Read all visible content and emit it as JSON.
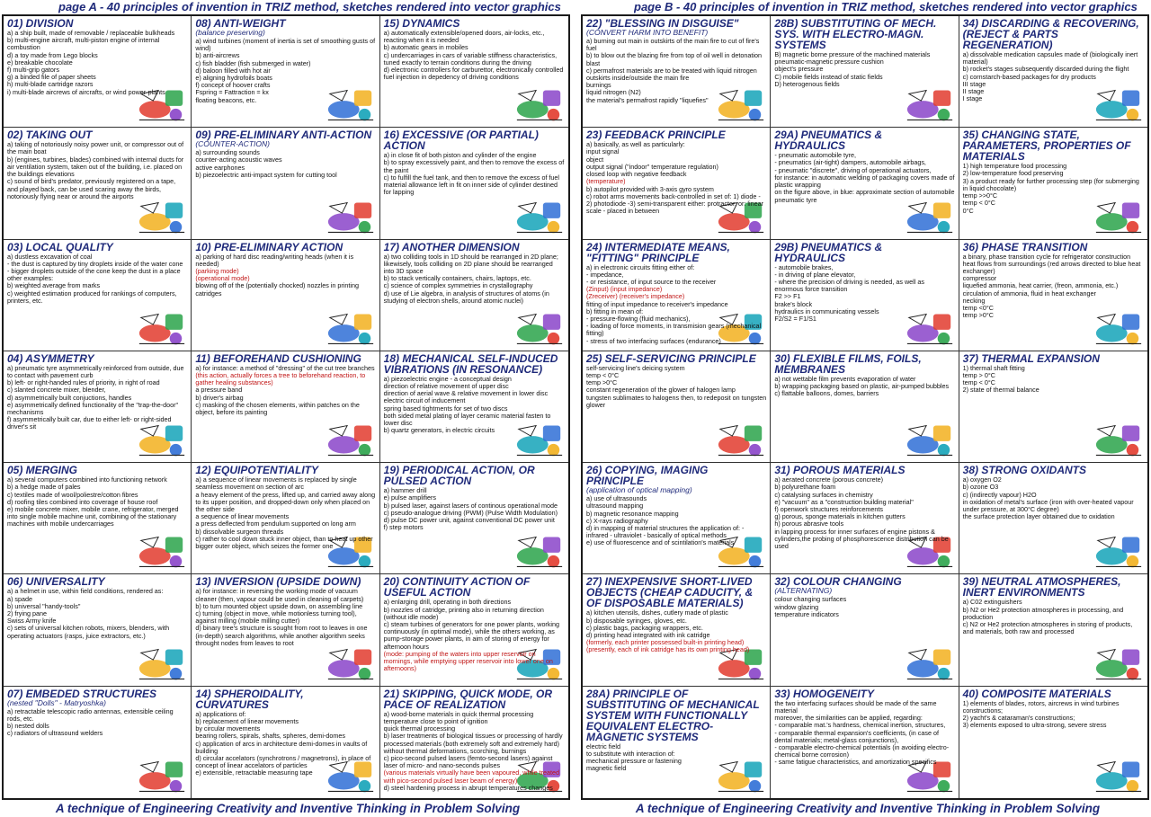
{
  "header": {
    "left": "page A - 40 principles of invention in TRIZ method, sketches rendered into vector graphics",
    "right": "page B - 40 principles of invention in TRIZ method, sketches rendered into vector graphics"
  },
  "footer": {
    "left": "A technique of Engineering Creativity and Inventive Thinking in Problem Solving",
    "right": "A technique of Engineering Creativity and Inventive Thinking in Problem Solving"
  },
  "pageA": [
    {
      "title": "01) DIVISION",
      "sub": "",
      "lines": [
        "a) a ship built, made of removable / replaceable bulkheads",
        "b) multi-engine aircraft, multi-piston engine of internal combustion",
        "d) a toy made from Lego blocks",
        "e) breakable chocolate",
        "f) multi-grip gators",
        "g) a binded file of paper sheets",
        "h) multi-blade cartridge razors",
        "i) multi-blade aircrews of aircrafts, or wind power-plants"
      ]
    },
    {
      "title": "08) ANTI-WEIGHT",
      "sub": "(balance preserving)",
      "lines": [
        "a) wind turbines (moment of inertia is set of smoothing gusts of wind)",
        "b) anti-aircrews",
        "c) fish bladder (fish submerged in water)",
        "d) baloon filled with hot air",
        "e) aligning hydrofoils boats",
        "f) concept of hoover crafts",
        "Fspring = Fattraction = kx",
        "floating beacons, etc."
      ]
    },
    {
      "title": "15) DYNAMICS",
      "sub": "",
      "lines": [
        "a) automatically extensible/opened doors, air-locks, etc., reacting when it is needed",
        "b) automatic gears in mobiles",
        "c) undercarriages in cars of variable stiffness characteristics, tuned exactly to terrain conditions during the driving",
        "d) electronic controllers for carburettor, electronically controlled fuel injection in depedency of driving conditions"
      ]
    },
    {
      "title": "02) TAKING OUT",
      "sub": "",
      "lines": [
        "a) taking of notoriously noisy power unit, or compressor out of the main boat",
        "b) (engines, turbines, blades) combined with internal ducts for air ventilation system, taken out of the building, i.e. placed on the buildings elevations",
        "c) sound of bird's predator, previously registered on a tape, and played back, can be used scaring away the birds, notoriously flying near or around the airports"
      ]
    },
    {
      "title": "09) PRE-ELIMINARY ANTI-ACTION",
      "sub": "(COUNTER-ACTION)",
      "lines": [
        "a) surrounding sounds",
        "counter-acting acoustic waves",
        "active earphones",
        "b) piezoelectric anti-impact system for cutting tool"
      ]
    },
    {
      "title": "16) EXCESSIVE (OR PARTIAL) ACTION",
      "sub": "",
      "lines": [
        "a) in close fit of both piston and cylinder of the engine",
        "b) to spray excessively paint, and then to remove the excess of the paint",
        "c) to fulfill the fuel tank, and then to remove the excess of fuel",
        "material allowance left in fit on inner side of cylinder destined for lapping"
      ]
    },
    {
      "title": "03) LOCAL QUALITY",
      "sub": "",
      "lines": [
        "a) dustless excavation of coal",
        "- the dust is captured by tiny droplets inside of the water cone",
        "- bigger droplets outside of the cone keep the dust in a place",
        "other examples:",
        "b) weighted average from marks",
        "c) weighted estimation produced for rankings of computers, printers, etc."
      ]
    },
    {
      "title": "10) PRE-ELIMINARY ACTION",
      "sub": "",
      "lines": [
        "a) parking of hard disc reading/writing heads (when it is needed)",
        "(parking mode)",
        "(operational mode)",
        "blowing off of the (potentially chocked) nozzles in printing catridges"
      ]
    },
    {
      "title": "17) ANOTHER DIMENSION",
      "sub": "",
      "lines": [
        "a) two colliding tools in 1D should be rearranged in 2D plane; likewisely, tools colliding on 2D plane should be rearranged into 3D space",
        "b) to stack vertically containers, chairs, laptops, etc.",
        "c) science of complex symmetries in crystallography",
        "d) use of Lie algebra, in analysis of structures of atoms (in studying of electron shells, around atomic nuclei)"
      ]
    },
    {
      "title": "04) ASYMMETRY",
      "sub": "",
      "lines": [
        "a) pneumatic tyre asymmetrically reinforced from outside, due to contact with pavement curb",
        "b) left- or right-handed rules of priority, in right of road",
        "c) slanted concrete mixer, blender,",
        "d) asymmetrically built conjuctions, handles",
        "e) asymmetrically defined functionality of the \"trap-the-door\" mechanisms",
        "f) asymmetrically built car, due to either left- or right-sided driver's sit"
      ]
    },
    {
      "title": "11) BEFOREHAND CUSHIONING",
      "sub": "",
      "lines": [
        "a) for instance: a method of \"dressing\" of the cut tree branches",
        "(this action, actually forces a tree to beforehand reaction, to gather healing substances)",
        "a pressure band",
        "b) driver's airbag",
        "c) masking of the chosen elements, within patches on the object, before its painting"
      ]
    },
    {
      "title": "18) MECHANICAL SELF-INDUCED VIBRATIONS (IN RESONANCE)",
      "sub": "",
      "lines": [
        "a) piezoelectric engine - a conceptual design",
        "direction of relative movement of upper disc",
        "direction of aerial wave & relative movement in lower disc",
        "electric circuit of inducement",
        "spring based tightments for set of two discs",
        "both sided metal plating of layer ceramic material fasten to lower disc",
        "b) quartz generators, in electric circuits"
      ]
    },
    {
      "title": "05) MERGING",
      "sub": "",
      "lines": [
        "a) several computers combined into functioning network",
        "b) a hedge made of pales",
        "c) textiles made of wool/poliestre/cotton fibres",
        "d) roofing tiles combined into coverage of house roof",
        "e) mobile concrete mixer, mobile crane, refrigerator, merged into single mobile machine unit, combining of the stationary machines with mobile undercarriages"
      ]
    },
    {
      "title": "12) EQUIPOTENTIALITY",
      "sub": "",
      "lines": [
        "a) a sequence of linear movements is replaced by single seamless movement on section of arc",
        "a heavy element of the press, lifted up, and carried away along to its upper position, and dropped-down only when placed on the other side",
        "a sequence of linear movements",
        "a press deflected from pendulum supported on long arm",
        "b) dissolvable surgeon threads",
        "c) rather to cool down stuck inner object, than to heat up other bigger outer object, which seizes the former one"
      ]
    },
    {
      "title": "19) PERIODICAL ACTION, OR PULSED ACTION",
      "sub": "",
      "lines": [
        "a) hammer drill",
        "e) pulse amplifiers",
        "b) pulsed laser, against lasers of continous operational mode",
        "c) pseudo-analogue driving (PWM) (Pulse Width Modulation)",
        "d) pulse DC power unit, against conventional DC power unit",
        "f) step motors"
      ]
    },
    {
      "title": "06) UNIVERSALITY",
      "sub": "",
      "lines": [
        "a) a helmet in use, within field conditions, rendered as:",
        "a) spade",
        "b) universal \"handy-tools\"",
        "2) frying pane",
        "Swiss Army knife",
        "c) sets of universal kitchen robots, mixers, blenders, with operating actuators (rasps, juice extractors, etc.)"
      ]
    },
    {
      "title": "13) INVERSION (UPSIDE DOWN)",
      "sub": "",
      "lines": [
        "a) for instance: in reversing the working mode of vacuum cleaner (then, vapour could be used in cleaning of carpets)",
        "b) to turn mounted object upside down, on assembling line",
        "c) turning (object in move, while motionless turning tool), against milling (mobile milling cutter)",
        "d) binary tree's structure is sought from root to leaves in one (in-depth) search algorithms, while another algorithm seeks throught nodes from leaves to root"
      ]
    },
    {
      "title": "20) CONTINUITY ACTION OF USEFUL ACTION",
      "sub": "",
      "lines": [
        "a) enlarging drill, operating in both directions",
        "b) nozzles of catridge, printing also in returning direction (without idle mode)",
        "c) steam turbines of generators for one power plants, working continuously (in optimal mode), while the others working, as pump-storage power plants, in aim of storing of energy for afternoon hours",
        "(mode: pumping of the waters into upper reservoir on mornings, while emptying upper reservoir into lower one on afternoons)"
      ]
    },
    {
      "title": "07) EMBEDED STRUCTURES",
      "sub": "(nested \"Dolls\" - Matryoshka)",
      "lines": [
        "a) retractable telescopic radio antennas, extensible ceiling rods, etc.",
        "b) nested dolls",
        "c) radiators of ultrasound welders"
      ]
    },
    {
      "title": "14) SPHEROIDALITY, CURVATURES",
      "sub": "",
      "lines": [
        "a) applications of:",
        "b) replacement of linear movements",
        "by circular movements",
        "bearing rollers, spirals, shafts, spheres, demi-domes",
        "c) application of arcs in architecture demi-domes in vaults of building",
        "d) circular accelators (synchrotrons / magnetrons), in place of concept of linear accelators of particles",
        "e) extensible, retractable measuring tape"
      ]
    },
    {
      "title": "21) SKIPPING, QUICK MODE, OR PACE OF REALIZATION",
      "sub": "",
      "lines": [
        "a) wood-borne materials in quick thermal processing",
        "temperature close to point of ignition",
        "quick thermal processing",
        "b) laser treatments of biological tissues or processing of hardly processed materials (both extremely soft and extremely hard) without thermal deformations, scorching, burnings",
        "c) pico-second pulsed lasers (femto-second lasers) against laser of micro- and nano-seconds pulses",
        "(various materials virtually have been vapoured, while treated with pico-second pulsed laser beam of energy)",
        "d) steel hardening process in abrupt temperatures changes"
      ]
    }
  ],
  "pageB": [
    {
      "title": "22) \"BLESSING IN DISGUISE\"",
      "sub": "(CONVERT HARM INTO BENEFIT)",
      "lines": [
        "a) burning out main in outskirts of the main fire to cut of fire's fuel",
        "b) to blow out the blazing fire from top of oil well in detonation blast",
        "c) permafrost materials are to be treated with liquid nitrogen",
        "outskirts inside/outside the main fire",
        "burnings",
        "liquid nitrogen (N2)",
        "the material's permafrost rapidly \"liquefies\""
      ]
    },
    {
      "title": "28B) SUBSTITUTING OF MECH. SYS. WITH ELECTRO-MAGN. SYSTEMS",
      "sub": "",
      "lines": [
        "B) magnetic borne pressure of the machined materials",
        "pneumatic-magnetic pressure cushion",
        "object's pressure",
        "C) mobile fields instead of static fields",
        "D) heterogenous fields"
      ]
    },
    {
      "title": "34) DISCARDING & RECOVERING, (REJECT & PARTS REGENERATION)",
      "sub": "",
      "lines": [
        "a) dissolvable medication capsules made of (biologically inert material)",
        "b) rocket's stages subsequently discarded during the flight",
        "c) cornstarch-based packages for dry products",
        "III stage",
        "II stage",
        "I stage"
      ]
    },
    {
      "title": "23) FEEDBACK PRINCIPLE",
      "sub": "",
      "lines": [
        "a) basically, as well as particularly:",
        "input signal",
        "object",
        "output signal (\"indoor\" temperature regulation)",
        "closed loop with negative feedback",
        "(temperature)",
        "b) autopilot provided with 3-axis gyro system",
        "c) robot arms movements back-controlled in set of: 1) diode - 2) photodiode -3) semi-transparent either: protractor, or: linear scale - placed in between"
      ]
    },
    {
      "title": "29A) PNEUMATICS & HYDRAULICS",
      "sub": "",
      "lines": [
        "- pneumatic automobile tyre,",
        "- pneumatics (air-tight) dampers, automobile airbags,",
        "- pneumatic \"discrete\", driving of operational actuators,",
        "for instance: in automatic welding of packaging covers made of plastic wrapping",
        "on the figure above, in blue: approximate section of automobile pneumatic tyre"
      ]
    },
    {
      "title": "35) CHANGING STATE, PARAMETERS, PROPERTIES OF MATERIALS",
      "sub": "",
      "lines": [
        "1) high temperature food processing",
        "2) low-temperature food preserving",
        "3) a product ready for further processing step (for submerging in liquid chocolate)",
        "temp >>0°C",
        "temp < 0°C",
        "0°C"
      ]
    },
    {
      "title": "24) INTERMEDIATE MEANS, \"FITTING\" PRINCIPLE",
      "sub": "",
      "lines": [
        "a) in electronic circuits fitting either of:",
        "- impedance,",
        "- or resistance, of input source to the receiver",
        "(Zinput) (input impedance)",
        "(Zreceiver) (receiver's impedance)",
        "fitting of input impedance to receiver's impedance",
        "b) fitting in mean of:",
        "- pressure-flowing (fluid mechanics),",
        "- loading of force moments, in transmision gears (mechanical fitting)",
        "- stress of two interfacing surfaces (endurance)"
      ]
    },
    {
      "title": "29B) PNEUMATICS & HYDRAULICS",
      "sub": "",
      "lines": [
        "- automobile brakes,",
        "- in driving of plane elevator,",
        "- where the precision of driving is needed, as well as enormous force transition",
        "F2 >> F1",
        "brake's block",
        "hydraulics in communicating vessels",
        "F2/S2 = F1/S1"
      ]
    },
    {
      "title": "36) PHASE TRANSITION",
      "sub": "",
      "lines": [
        "a binary, phase transition cycle for refrigerator construction",
        "heat flows from surroundings (red arrows directed to blue heat exchanger)",
        "compressor",
        "liquefied ammonia, heat carrier, (freon, ammonia, etc.)",
        "circulation of ammonia, fluid in heat exchanger",
        "necking",
        "temp <0°C",
        "temp >0°C"
      ]
    },
    {
      "title": "25) SELF-SERVICING PRINCIPLE",
      "sub": "",
      "lines": [
        "self-servicing line's deicing system",
        "temp < 0°C",
        "temp >0°C",
        "constant regeneration of the glower of halogen lamp",
        "tungsten sublimates to halogens then, to redeposit on tungsten glower"
      ]
    },
    {
      "title": "30) FLEXIBLE FILMS, FOILS, MEMBRANES",
      "sub": "",
      "lines": [
        "a) not wettable film prevents evaporation of water",
        "b) wrapping packaging based on plastic, air-pumped bubbles",
        "c) flattable balloons, domes, barriers"
      ]
    },
    {
      "title": "37) THERMAL EXPANSION",
      "sub": "",
      "lines": [
        "1) thermal shaft fitting",
        "temp > 0°C",
        "temp < 0°C",
        "2) state of thermal balance"
      ]
    },
    {
      "title": "26) COPYING, IMAGING PRINCIPLE",
      "sub": "(application of optical mapping)",
      "lines": [
        "a) use of ultrasounds",
        "ultrasound mapping",
        "b) magnetic resonance mapping",
        "c) X-rays radiography",
        "d) in mapping of material structures the application of: - infrared - ultraviolet - basically of optical methods",
        "e) use of fluorescence and of scintilation's materials"
      ]
    },
    {
      "title": "31) POROUS MATERIALS",
      "sub": "",
      "lines": [
        "a) aerated concrete (porous concrete)",
        "b) polyurethane foam",
        "c) catalysing surfaces in chemistry",
        "e) \"vacuum\" as a \"construction building material\"",
        "f) openwork structures reinforcements",
        "g) porous, sponge materials in kitchen gutters",
        "h) porous abrasive tools",
        "in lapping process for inner surfaces of engine pistons & cylinders,the probing of phosphorescence distribution can be used"
      ]
    },
    {
      "title": "38) STRONG OXIDANTS",
      "sub": "",
      "lines": [
        "a) oxygen O2",
        "b) ozone O3",
        "c) (indirectly vapour) H2O",
        "in oxidation of metal's surface (iron with over-heated vapour under pressure, at 300°C degree)",
        "the surface protection layer obtained due to oxidation"
      ]
    },
    {
      "title": "27) INEXPENSIVE SHORT-LIVED OBJECTS (CHEAP CADUCITY, & OF DISPOSABLE MATERIALS)",
      "sub": "",
      "lines": [
        "a) kitchen utensils, dishes, cutlery made of plastic",
        "b) disposable syringes, gloves, etc.",
        "c) plastic bags, packaging wrappers, etc.",
        "d) printing head integrated with ink catridge",
        "(formerly, each printer possessed built-in printing head)",
        "(presently, each of ink catridge has its own printing head)"
      ]
    },
    {
      "title": "32) COLOUR CHANGING",
      "sub": "(ALTERNATING)",
      "lines": [
        "colour changing surfaces",
        "window glazing",
        "temperature indicators"
      ]
    },
    {
      "title": "39) NEUTRAL ATMOSPHERES, INERT ENVIRONMENTS",
      "sub": "",
      "lines": [
        "a) C02 extinguishers",
        "b) N2 or He2 protection atmospheres in processing, and production",
        "c) N2 or He2 protection atmospheres in storing of products, and materials, both raw and processed"
      ]
    },
    {
      "title": "28A) PRINCIPLE OF SUBSTITUTING OF MECHANICAL SYSTEM WITH FUNCTIONALLY EQUIVALENT ELECTRO-MAGNETIC SYSTEMS",
      "sub": "",
      "lines": [
        "electric field",
        "to substitute with interaction of:",
        "mechanical pressure or fastening",
        "magnetic field"
      ]
    },
    {
      "title": "33) HOMOGENEITY",
      "sub": "",
      "lines": [
        "the two interfacing surfaces should be made of the same material",
        "moreover, the similarities can be applied, regarding:",
        "- comparable mat.'s hardness, chemical inertion, structures,",
        "- comparable thermal expansion's coefficients, (in case of dental materials; metal-glass conjunctions),",
        "- comparable electro-chemical potentials (in avoiding electro-chemical borne corrosion)",
        "- same fatigue characteristics, and amortization specifics"
      ]
    },
    {
      "title": "40) COMPOSITE MATERIALS",
      "sub": "",
      "lines": [
        "1) elements of blades, rotors, aircrews in wind turbines constructions;",
        "2) yacht's & cataraman's constructions;",
        "3) elements exposed to ultra-strong, severe stress"
      ]
    }
  ]
}
